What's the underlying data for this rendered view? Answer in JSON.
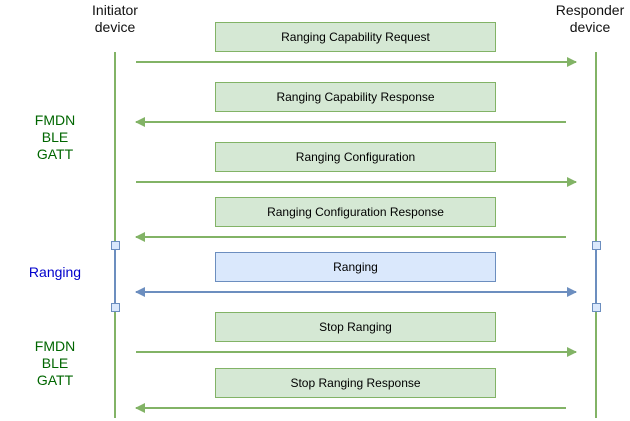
{
  "colors": {
    "green_line": "#82b366",
    "green_fill": "#d5e8d4",
    "blue_line": "#6c8ebf",
    "blue_fill": "#dae8fc",
    "green_text": "#006600",
    "blue_text": "#0000cc"
  },
  "devices": {
    "initiator": [
      "Initiator",
      "device"
    ],
    "responder": [
      "Responder",
      "device"
    ]
  },
  "phases": {
    "fmdn_top": [
      "FMDN",
      "BLE",
      "GATT"
    ],
    "ranging": "Ranging",
    "fmdn_bottom": [
      "FMDN",
      "BLE",
      "GATT"
    ]
  },
  "messages": [
    {
      "label": "Ranging Capability Request",
      "direction": "to-responder",
      "style": "green"
    },
    {
      "label": "Ranging Capability Response",
      "direction": "to-initiator",
      "style": "green"
    },
    {
      "label": "Ranging Configuration",
      "direction": "to-responder",
      "style": "green"
    },
    {
      "label": "Ranging Configuration Response",
      "direction": "to-initiator",
      "style": "green"
    },
    {
      "label": "Ranging",
      "direction": "both",
      "style": "blue"
    },
    {
      "label": "Stop Ranging",
      "direction": "to-responder",
      "style": "green"
    },
    {
      "label": "Stop Ranging Response",
      "direction": "to-initiator",
      "style": "green"
    }
  ]
}
